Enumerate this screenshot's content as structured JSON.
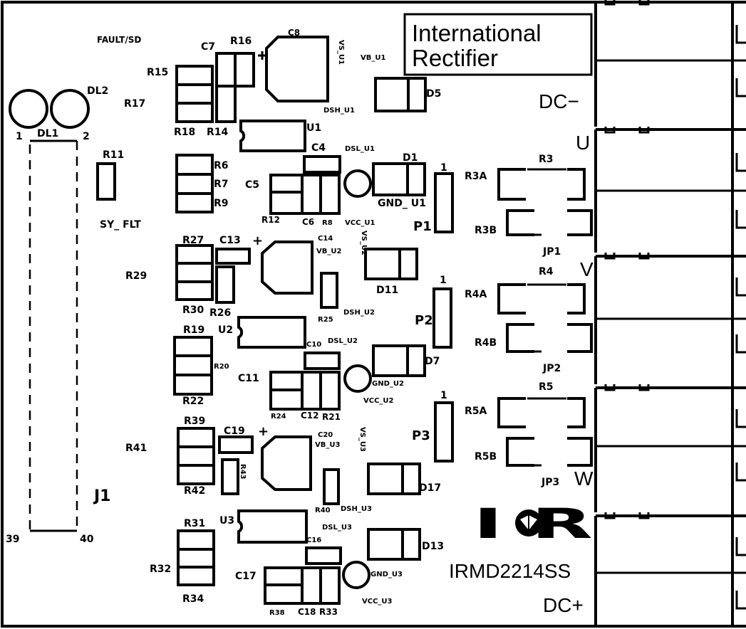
{
  "company": {
    "line1": "International",
    "line2": "Rectifier"
  },
  "logo_text": "I R",
  "part_number": "IRMD2214SS",
  "connector": {
    "name": "J1",
    "pin_1": "1",
    "pin_2": "2",
    "pin_39": "39",
    "pin_40": "40"
  },
  "leds": {
    "dl1": "DL1",
    "dl2": "DL2"
  },
  "signals": {
    "fault_sd": "FAULT/SD",
    "sy_flt": "SY_ FLT"
  },
  "terminals": {
    "dc_minus": "DC−",
    "u": "U",
    "v": "V",
    "w": "W",
    "dc_plus": "DC+"
  },
  "headers": {
    "p1": "P1",
    "p2": "P2",
    "p3": "P3",
    "p1_pin": "1",
    "p2_pin": "1",
    "p3_pin": "1",
    "jp1": "JP1",
    "jp2": "JP2",
    "jp3": "JP3"
  },
  "shunts": {
    "r3": "R3",
    "r3a": "R3A",
    "r3b": "R3B",
    "r4": "R4",
    "r4a": "R4A",
    "r4b": "R4B",
    "r5": "R5",
    "r5a": "R5A",
    "r5b": "R5B"
  },
  "labels": {
    "c7": "C7",
    "r16": "R16",
    "c8": "C8",
    "r15": "R15",
    "r17": "R17",
    "r18": "R18",
    "r14": "R14",
    "u1": "U1",
    "vb_u1": "VB_U1",
    "vs_u1": "VS_U1",
    "dsh_u1": "DSH_U1",
    "d5": "D5",
    "r11": "R11",
    "r6": "R6",
    "r7": "R7",
    "r9": "R9",
    "c4": "C4",
    "c5": "C5",
    "dsl_u1": "DSL_U1",
    "d1": "D1",
    "gnd_u1": "GND_ U1",
    "r12": "R12",
    "c6": "C6",
    "r8": "R8",
    "vcc_u1": "VCC_U1",
    "r27": "R27",
    "c13": "C13",
    "plus1": "+",
    "c14": "C14",
    "vb_u2": "VB_U2",
    "vs_u2": "VS_U2",
    "r29": "R29",
    "d11": "D11",
    "r30": "R30",
    "r26": "R26",
    "r25": "R25",
    "dsh_u2": "DSH_U2",
    "r19": "R19",
    "u2": "U2",
    "c10": "C10",
    "dsl_u2": "DSL_U2",
    "d7": "D7",
    "r20": "R20",
    "c11": "C11",
    "gnd_u2": "GND_U2",
    "r22": "R22",
    "vcc_u2": "VCC_U2",
    "r24": "R24",
    "c12": "C12",
    "r21": "R21",
    "r39": "R39",
    "c19": "C19",
    "plus2": "+",
    "c20": "C20",
    "vb_u3": "VB_U3",
    "vs_u3": "VS_U3",
    "r41": "R41",
    "r43": "R43",
    "r42": "R42",
    "d17": "D17",
    "r40": "R40",
    "dsh_u3": "DSH_U3",
    "r31": "R31",
    "u3": "U3",
    "dsl_u3": "DSL_U3",
    "c16": "C16",
    "d13": "D13",
    "r32": "R32",
    "c17": "C17",
    "gnd_u3": "GND_U3",
    "r34": "R34",
    "vcc_u3": "VCC_U3",
    "r38": "R38",
    "c18": "C18",
    "r33": "R33"
  }
}
